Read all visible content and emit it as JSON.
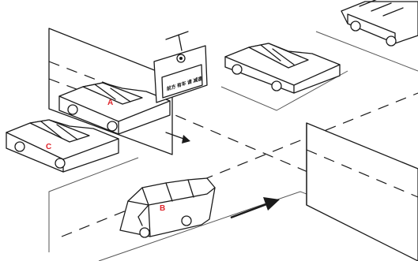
{
  "diagram": {
    "car_labels": {
      "A": "A",
      "B": "B",
      "C": "C"
    },
    "sign_text": "前方 有车 请 减速",
    "colors": {
      "line": "#1a1a1a",
      "label": "#e0242b",
      "background": "#ffffff"
    }
  }
}
